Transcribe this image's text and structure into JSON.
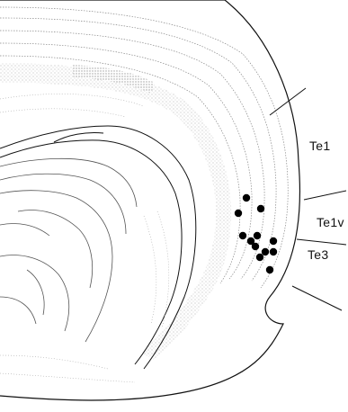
{
  "regions": [
    {
      "id": "te1",
      "label": "Te1"
    },
    {
      "id": "te1v",
      "label": "Te1v"
    },
    {
      "id": "te3",
      "label": "Te3"
    }
  ],
  "colors": {
    "outline": "#111111",
    "fine_line": "#777777",
    "stipple": "#9a9a9a",
    "cell_marker": "#000000",
    "background": "#ffffff"
  },
  "cell_markers": {
    "count": 12,
    "style": "filled-circle"
  }
}
